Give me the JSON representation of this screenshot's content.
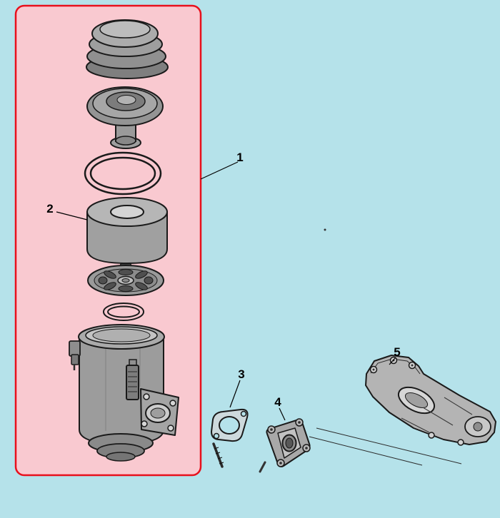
{
  "page": {
    "background_color": "#b5e2ea"
  },
  "highlight_box": {
    "fill": "#f9c9d0",
    "stroke": "#e8101c"
  },
  "callouts": [
    {
      "label": "1"
    },
    {
      "label": "2"
    },
    {
      "label": "3"
    },
    {
      "label": "4"
    },
    {
      "label": "5"
    }
  ]
}
